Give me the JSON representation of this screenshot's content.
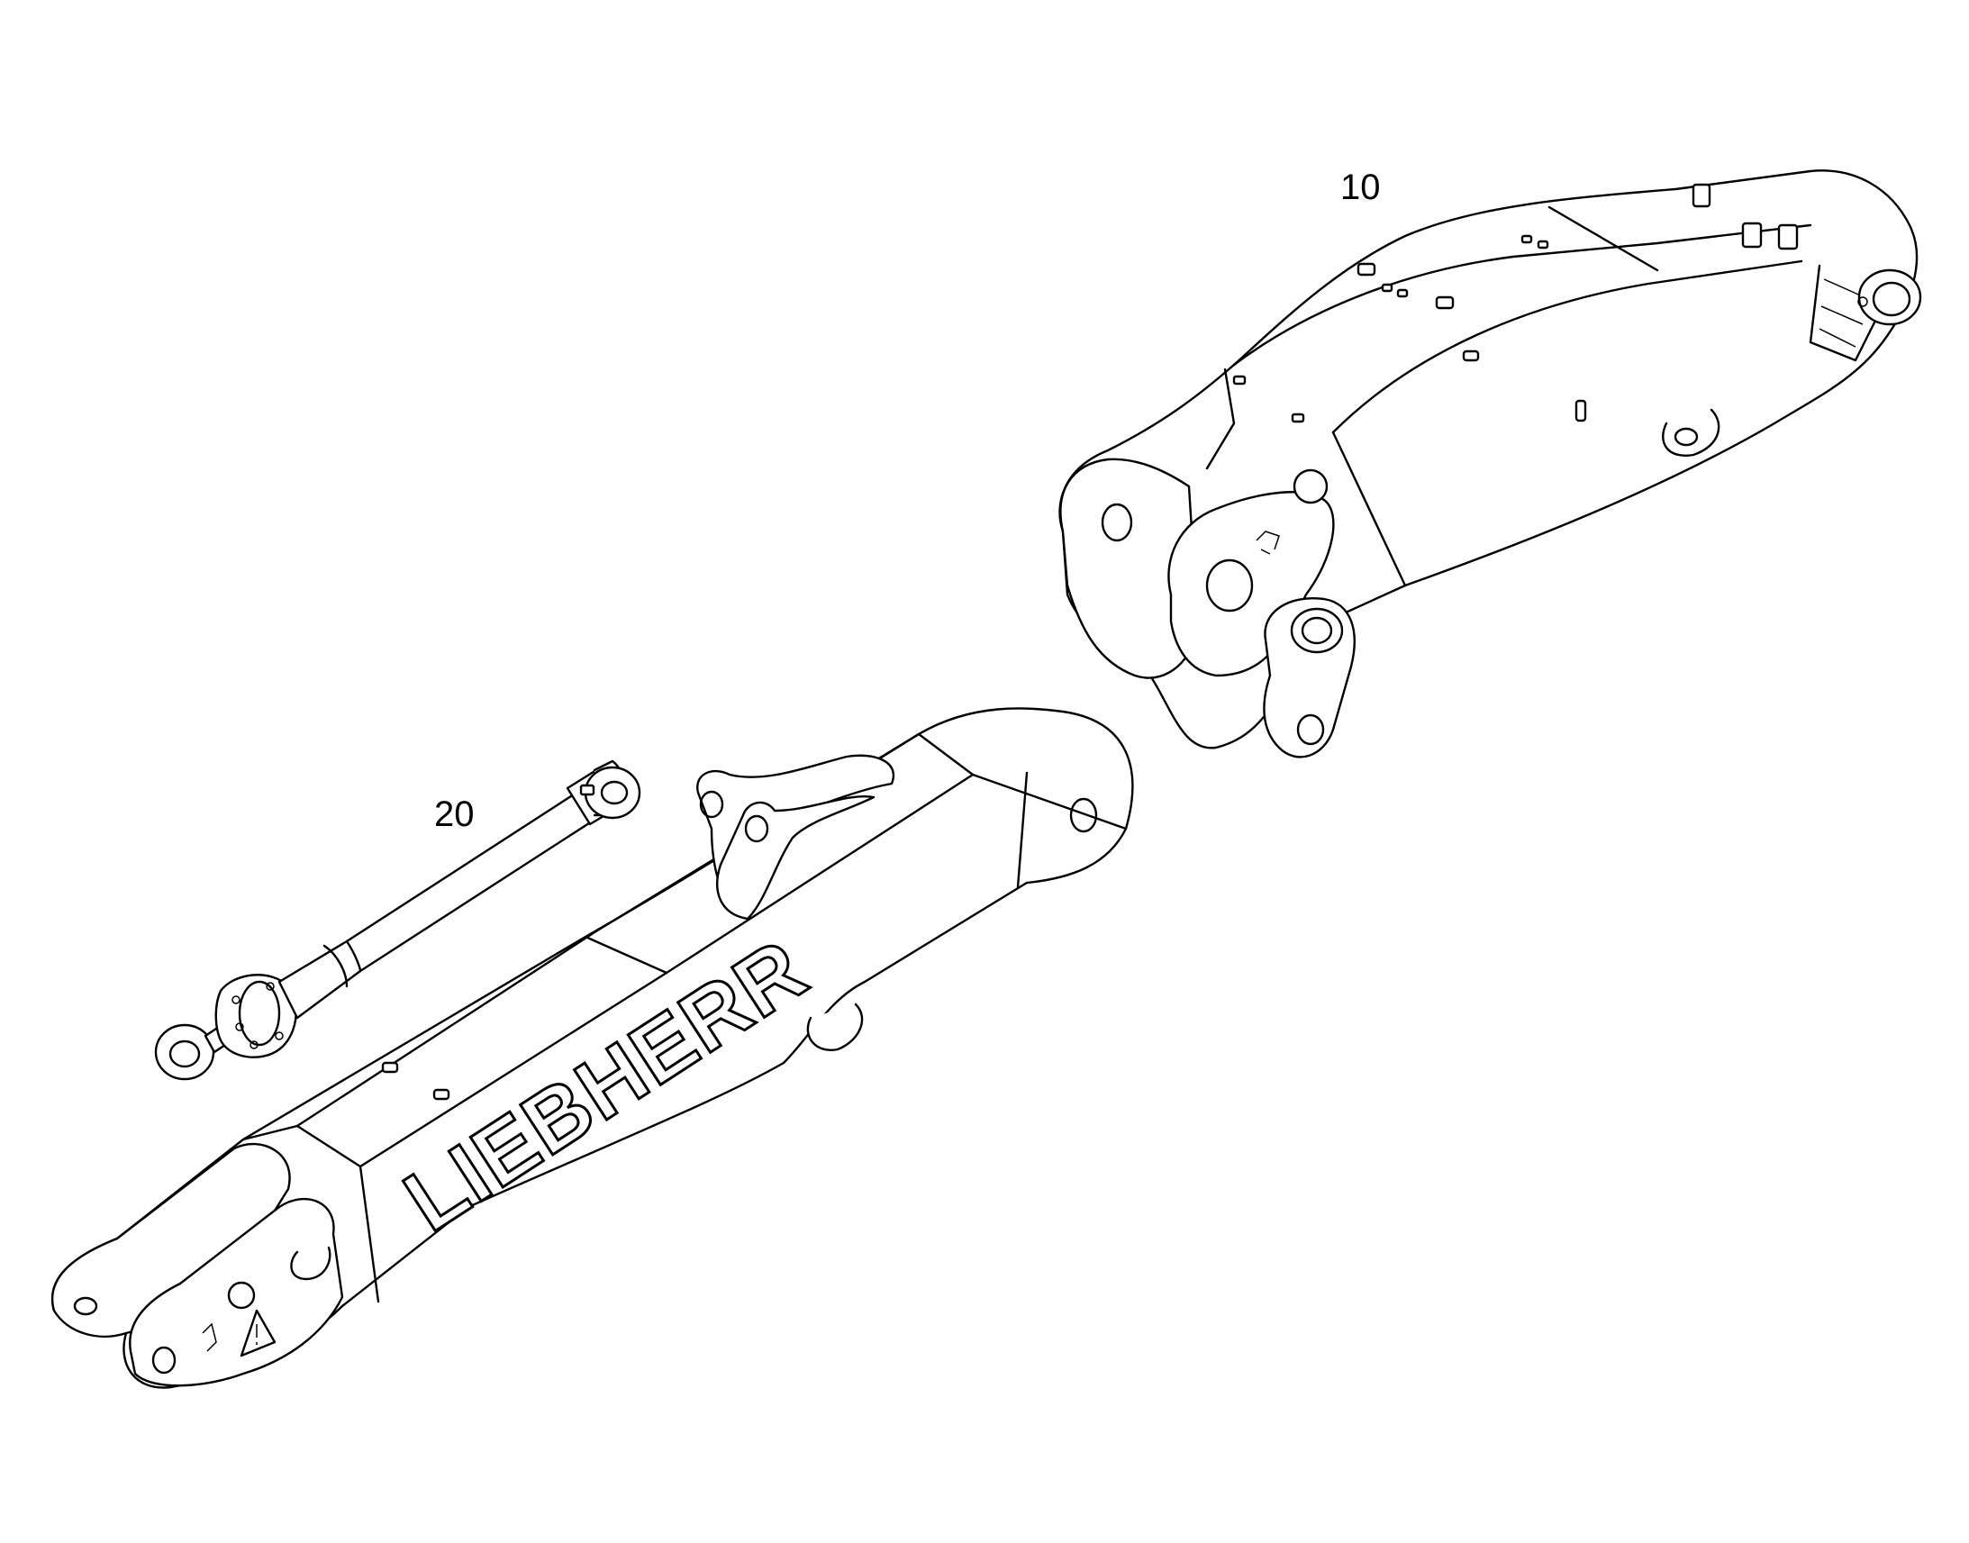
{
  "callouts": {
    "part_10": "10",
    "part_20": "20"
  },
  "brand_text": "LIEBHERR",
  "colors": {
    "line": "#000000",
    "background": "#ffffff"
  }
}
